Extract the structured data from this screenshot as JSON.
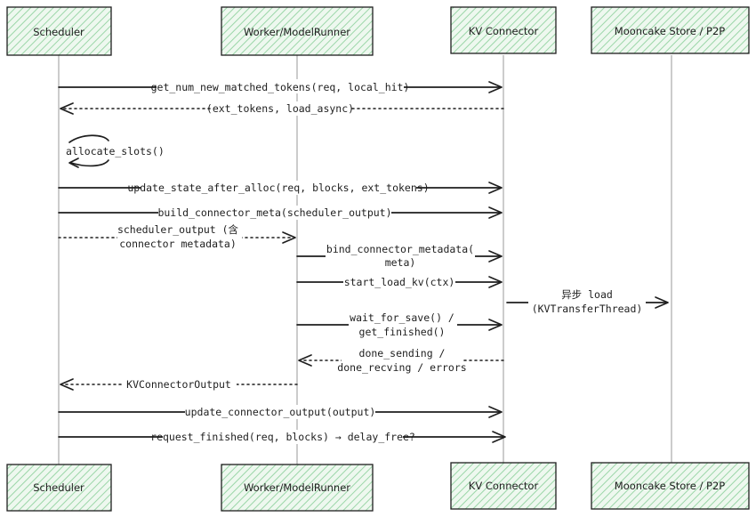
{
  "diagram": {
    "actors": {
      "scheduler": "Scheduler",
      "worker": "Worker/ModelRunner",
      "connector": "KV Connector",
      "store": "Mooncake Store / P2P"
    },
    "messages": {
      "m1": "get_num_new_matched_tokens(req, local_hit)",
      "m2": "(ext_tokens, load_async)",
      "m3": "allocate_slots()",
      "m4": "update_state_after_alloc(req, blocks, ext_tokens)",
      "m5": "build_connector_meta(scheduler_output)",
      "m6_line1": "scheduler_output (含",
      "m6_line2": "connector metadata)",
      "m7_line1": "bind_connector_metadata(",
      "m7_line2": "meta)",
      "m8": "start_load_kv(ctx)",
      "m9_line1": "异步 load",
      "m9_line2": "(KVTransferThread)",
      "m10_line1": "wait_for_save() /",
      "m10_line2": "get_finished()",
      "m11_line1": "done_sending /",
      "m11_line2": "done_recving / errors",
      "m12": "KVConnectorOutput",
      "m13": "update_connector_output(output)",
      "m14": "request_finished(req, blocks) → delay_free?"
    },
    "colors": {
      "actor_fill": "#e8f5e9",
      "actor_hatch": "#8fd19e",
      "actor_stroke": "#1e1e1e",
      "line": "#1e1e1e",
      "lifeline": "#9a9a9a"
    }
  }
}
